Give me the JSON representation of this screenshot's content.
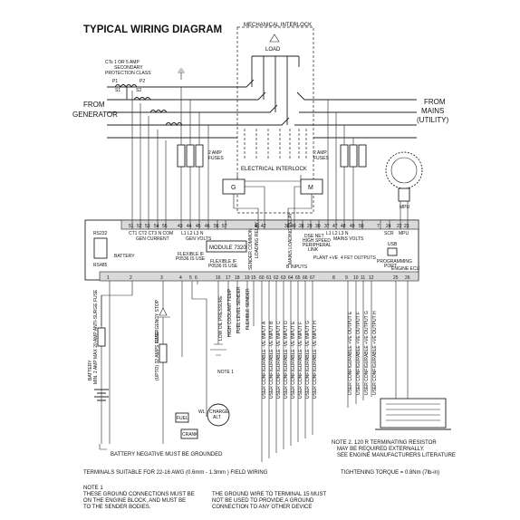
{
  "title": "TYPICAL WIRING DIAGRAM",
  "mechanical_interlock": "MECHANICAL INTERLOCK",
  "load": "LOAD",
  "ct_note": [
    "CTs 1 OR 5 AMP",
    "SECONDARY",
    "PROTECTION CLASS"
  ],
  "ct_terminals": [
    "P1",
    "P2",
    "S1",
    "S2"
  ],
  "from_generator": [
    "FROM",
    "GENERATOR"
  ],
  "from_mains": [
    "FROM",
    "MAINS",
    "(UTILITY)"
  ],
  "fuse_label": [
    "2 AMP",
    "FUSES"
  ],
  "electrical_interlock": "ELECTRICAL INTERLOCK",
  "contactor_g": "G",
  "contactor_m": "M",
  "mpu": "MPU",
  "module": "MODULE 7320",
  "top_terminals": [
    "51",
    "52",
    "53",
    "54",
    "55",
    "43",
    "44",
    "45",
    "46",
    "56",
    "57",
    "41",
    "42",
    "38",
    "40",
    "28",
    "29",
    "30",
    "37",
    "47",
    "48",
    "49",
    "50",
    "7",
    "24",
    "22",
    "23"
  ],
  "top_labels": {
    "ct": "CT1 CT2 CT3 N COM",
    "gen_current": "GEN CURRENT",
    "gen_volts": "GEN VOLTS",
    "l123n": "L1 L2 L3 N",
    "mains_volts": "MAINS VOLTS",
    "loading": "LOADING RELAY",
    "mains_loading": "MAINS LOADING RELAY",
    "dse_net": [
      "DSE NET",
      "HIGH SPEED",
      "PERIPHERAL",
      "LINK"
    ],
    "scr": "SCR",
    "mpu_label": "MPU",
    "rs232": "RS232",
    "rs485": "RS485",
    "usb": "USB",
    "programming_port": [
      "PROGRAMMING",
      "PORT"
    ]
  },
  "bottom_terminals": [
    "1",
    "2",
    "3",
    "4",
    "5",
    "6",
    "16",
    "17",
    "18",
    "19",
    "15",
    "60",
    "61",
    "62",
    "63",
    "64",
    "65",
    "66",
    "67",
    "8",
    "9",
    "10",
    "11",
    "12",
    "25",
    "26"
  ],
  "bottom_labels": {
    "battery": "BATTERY",
    "flexible_if_1": [
      "FLEXIBLE IF",
      "P0536 IS USE"
    ],
    "flexible_if_2": [
      "FLEXIBLE IF",
      "P0536 IS USE"
    ],
    "sender_common": "SENDER COMMON",
    "b_inputs": "B INPUTS",
    "plant_ve": "PLANT +VE",
    "fet_outputs": "4 FET OUTPUTS",
    "engine_ecu": "ENGINE ECU"
  },
  "senders": [
    "LOW OIL PRESSURE",
    "HIGH COOLANT TEMP",
    "FUEL LEVEL SENDER",
    "FLEXIBLE SENDER"
  ],
  "inputs": [
    "USER CONFIGURABLE -VE INPUT A",
    "USER CONFIGURABLE -VE INPUT B",
    "USER CONFIGURABLE -VE INPUT C",
    "USER CONFIGURABLE -VE INPUT D",
    "USER CONFIGURABLE -VE INPUT E",
    "USER CONFIGURABLE -VE INPUT F",
    "USER CONFIGURABLE -VE INPUT G",
    "USER CONFIGURABLE -VE INPUT H"
  ],
  "outputs": [
    "USER CONFIGURABLE +VE OUTPUT E",
    "USER CONFIGURABLE +VE OUTPUT F",
    "USER CONFIGURABLE +VE OUTPUT G",
    "USER CONFIGURABLE +VE OUTPUT H"
  ],
  "left_vertical": {
    "battery_fuse": "MIN. 2 AMP MAX 20 AMP ANTI-SURGE FUSE",
    "battery": "BATTERY",
    "emergency_stop": "EMERGENCY STOP",
    "main_fuse": "(UPTO) 32 AMPS FUSE"
  },
  "fuel": "FUEL",
  "crank": "CRANK",
  "charge_alt": [
    "CHARGE",
    "ALT"
  ],
  "wl": "WL",
  "note1_marker": "NOTE 1",
  "ground_note": "BATTERY NEGATIVE MUST BE GROUNDED",
  "note2": [
    "NOTE 2. 120 R TERMINATING RESISTOR",
    "MAY BE REQUIRED EXTERNALLY.",
    "SEE ENGINE MANUFACTURERS LITERATURE"
  ],
  "terminals_note": "TERMINALS SUITABLE FOR 22-16 AWG (0.6mm - 1.3mm ) FIELD WIRING",
  "torque": "TIGHTENING TORQUE = 0.8Nm (7lb-in)",
  "note1_title": "NOTE 1",
  "note1_left": [
    "THESE GROUND CONNECTIONS MUST BE",
    "ON THE ENGINE BLOCK, AND MUST BE",
    "TO THE SENDER BODIES."
  ],
  "note1_right": [
    "THE GROUND WIRE TO TERMINAL 15 MUST",
    "NOT BE USED TO PROVIDE A GROUND",
    "CONNECTION TO ANY OTHER DEVICE"
  ]
}
